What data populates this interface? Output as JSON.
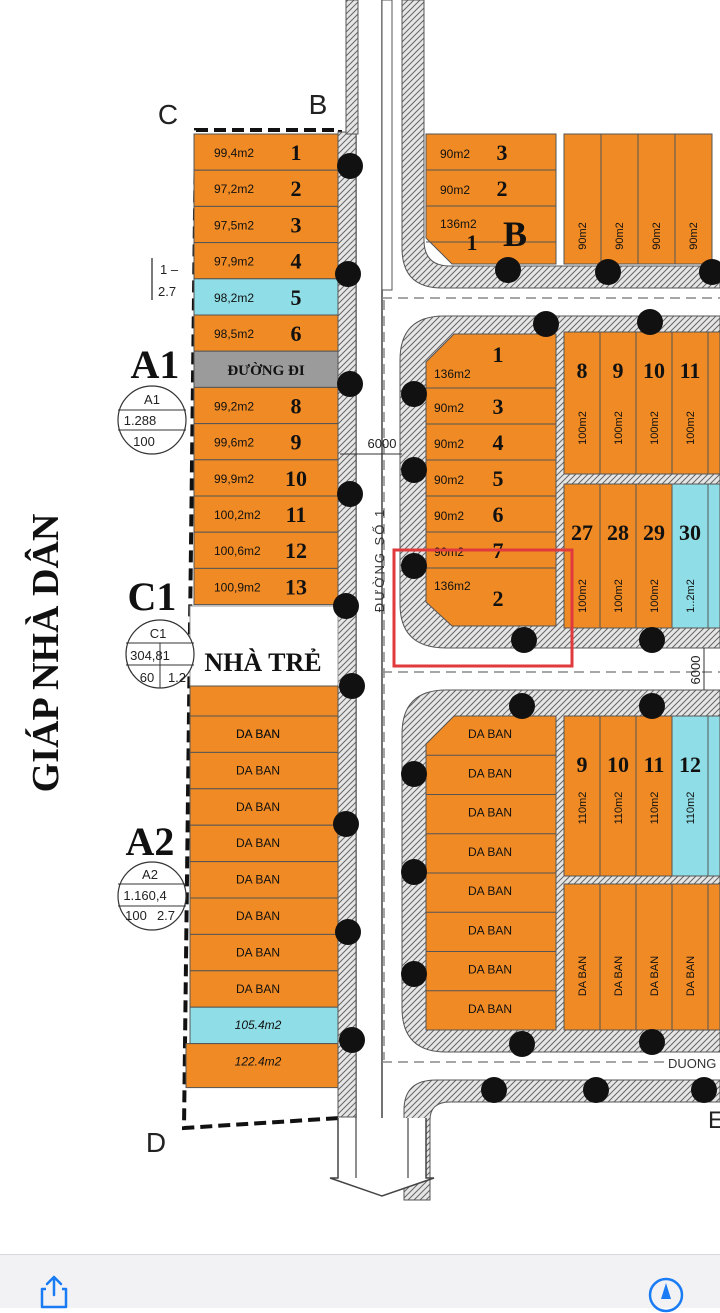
{
  "colors": {
    "lot": "#f08a24",
    "lot_highlight": "#8fdde6",
    "road_gray": "#9b9b9b",
    "curb": "#d9d9d9",
    "dot": "#111111",
    "callout": "#e0393e"
  },
  "labels": {
    "giap_nha_dan": "GIÁP NHÀ DÂN",
    "corner_c": "C",
    "corner_b": "B",
    "corner_d": "D",
    "block_a1": "A1",
    "block_c1": "C1",
    "block_a2": "A2",
    "block_b": "B",
    "road_name": "ĐƯỜNG SỐ 1",
    "road_width_1": "6000",
    "road_width_2": "6000",
    "road_bottom": "DUONG",
    "nha_tre": "NHÀ TRẺ",
    "scale_1": "1 –",
    "scale_2": "2.7",
    "corner_e": "E"
  },
  "legends": {
    "a1": {
      "name": "A1",
      "area": "1.288",
      "pct": "100"
    },
    "c1": {
      "name": "C1",
      "area": "304,81",
      "pct": "60",
      "floors": "1.2"
    },
    "a2": {
      "name": "A2",
      "area": "1.160,4",
      "pct": "100",
      "floors": "2.7",
      "dash": "–"
    }
  },
  "block_a1_lots": [
    {
      "area": "99,4m2",
      "num": "1"
    },
    {
      "area": "97,2m2",
      "num": "2"
    },
    {
      "area": "97,5m2",
      "num": "3"
    },
    {
      "area": "97,9m2",
      "num": "4"
    },
    {
      "area": "98,2m2",
      "num": "5"
    },
    {
      "area": "98,5m2",
      "num": "6"
    },
    {
      "area": "ĐƯỜNG ĐI",
      "num": ""
    },
    {
      "area": "99,2m2",
      "num": "8"
    },
    {
      "area": "99,6m2",
      "num": "9"
    },
    {
      "area": "99,9m2",
      "num": "10"
    },
    {
      "area": "100,2m2",
      "num": "11"
    },
    {
      "area": "100,6m2",
      "num": "12"
    },
    {
      "area": "100,9m2",
      "num": "13"
    }
  ],
  "block_a2_lots": [
    "DA BAN",
    "DA BAN",
    "DA BAN",
    "DA BAN",
    "DA BAN",
    "DA BAN",
    "DA BAN",
    "DA BAN",
    "105.4m2",
    "122.4m2"
  ],
  "block_b_top_lots": [
    {
      "area": "90m2",
      "num": "3"
    },
    {
      "area": "90m2",
      "num": "2"
    },
    {
      "area": "136m2",
      "num": "1"
    }
  ],
  "block_b_top_vertical": [
    "90m2",
    "90m2",
    "90m2",
    "90m2"
  ],
  "block_mid_lots": [
    {
      "area": "136m2",
      "num": "1"
    },
    {
      "area": "90m2",
      "num": "3"
    },
    {
      "area": "90m2",
      "num": "4"
    },
    {
      "area": "90m2",
      "num": "5"
    },
    {
      "area": "90m2",
      "num": "6"
    },
    {
      "area": "90m2",
      "num": "7"
    },
    {
      "area": "136m2",
      "num": "2"
    }
  ],
  "block_mid_right_top": [
    {
      "num": "8",
      "area": "100m2"
    },
    {
      "num": "9",
      "area": "100m2"
    },
    {
      "num": "10",
      "area": "100m2"
    },
    {
      "num": "11",
      "area": "100m2"
    }
  ],
  "block_mid_right_bottom": [
    {
      "num": "27",
      "area": "100m2"
    },
    {
      "num": "28",
      "area": "100m2"
    },
    {
      "num": "29",
      "area": "100m2"
    },
    {
      "num": "30",
      "area": "1..2m2"
    }
  ],
  "block_low_lots": [
    "DA BAN",
    "DA BAN",
    "DA BAN",
    "DA BAN",
    "DA BAN",
    "DA BAN",
    "DA BAN",
    "DA BAN"
  ],
  "block_low_right_top": [
    {
      "num": "9",
      "area": "110m2"
    },
    {
      "num": "10",
      "area": "110m2"
    },
    {
      "num": "11",
      "area": "110m2"
    },
    {
      "num": "12",
      "area": "110m2"
    }
  ],
  "block_low_right_bottom": [
    "DA BAN",
    "DA BAN",
    "DA BAN",
    "DA BAN"
  ]
}
